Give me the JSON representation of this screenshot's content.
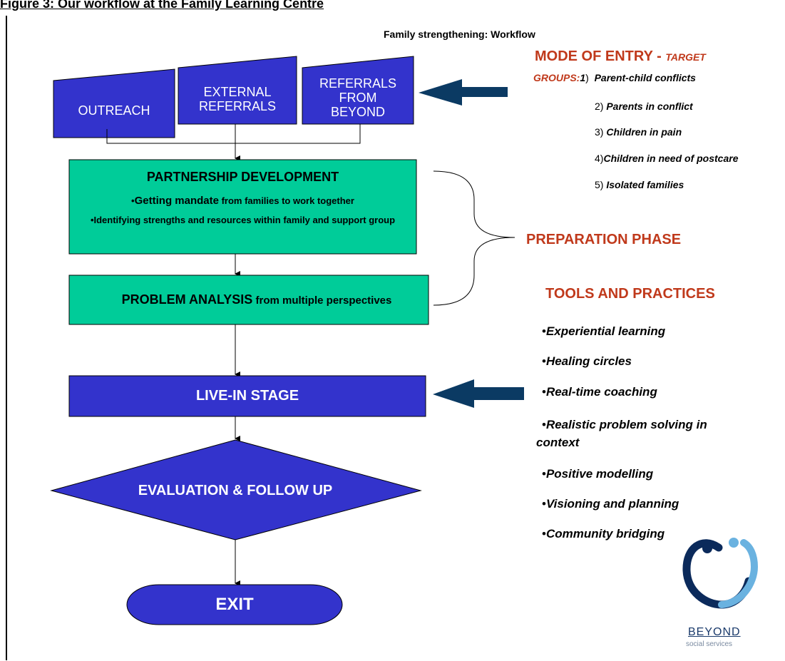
{
  "caption": "Figure 3: Our workflow at the Family Learning Centre",
  "workflow_title": "Family strengthening: Workflow",
  "entries": {
    "outreach": "OUTREACH",
    "external_1": "EXTERNAL",
    "external_2": "REFERRALS",
    "beyond_1": "REFERRALS",
    "beyond_2": "FROM",
    "beyond_3": "BEYOND"
  },
  "partnership": {
    "title": "PARTNERSHIP DEVELOPMENT",
    "line1_bold": "Getting mandate",
    "line1_rest": " from families to work together",
    "line2": "Identifying strengths and resources within family and support group"
  },
  "problem": {
    "title": "PROBLEM ANALYSIS",
    "rest": " from multiple perspectives"
  },
  "live_in": "LIVE-IN STAGE",
  "evaluation": "EVALUATION & FOLLOW UP",
  "exit": "EXIT",
  "mode_of_entry": {
    "title": "MODE OF ENTRY - ",
    "subtitle": "TARGET",
    "groups_label": "GROUPS:",
    "first_num": "1",
    "first_paren": ")",
    "first_text": "Parent-child conflicts",
    "groups": [
      {
        "num": "2) ",
        "text": "Parents in conflict"
      },
      {
        "num": "3) ",
        "text": "Children in pain"
      },
      {
        "num": "4)",
        "text": "Children in need of postcare"
      },
      {
        "num": "5) ",
        "text": "Isolated families"
      }
    ]
  },
  "preparation_phase": "PREPARATION PHASE",
  "tools_title": "TOOLS AND PRACTICES",
  "bullet": "•",
  "tools": [
    "Experiential learning",
    "Healing circles",
    "Real-time coaching",
    "Realistic problem solving in",
    "context",
    "Positive modelling",
    "Visioning and planning",
    "Community bridging"
  ],
  "logo": {
    "name": "BEYOND",
    "sub": "social services"
  },
  "colors": {
    "blue": "#3333cc",
    "green": "#00cc99",
    "arrow": "#0b3a63",
    "red": "#c0391b"
  }
}
